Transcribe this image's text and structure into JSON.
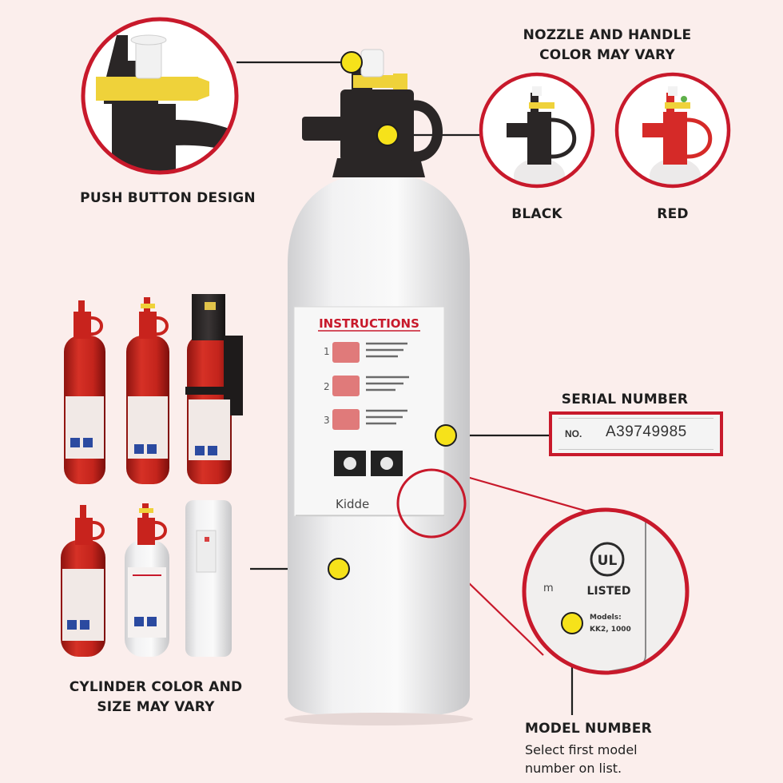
{
  "labels": {
    "push_button": "PUSH BUTTON DESIGN",
    "nozzle_line1": "NOZZLE AND HANDLE",
    "nozzle_line2": "COLOR MAY VARY",
    "black": "BLACK",
    "red": "RED",
    "serial_title": "SERIAL NUMBER",
    "cylinder_line1": "CYLINDER COLOR AND",
    "cylinder_line2": "SIZE MAY VARY",
    "model_title": "MODEL NUMBER",
    "model_desc_line1": "Select first model",
    "model_desc_line2": "number on list."
  },
  "serial": {
    "prefix": "NO.",
    "value": "A39749985"
  },
  "instructions_label": {
    "title": "INSTRUCTIONS",
    "brand": "Kidde",
    "steps": [
      "1",
      "2",
      "3"
    ]
  },
  "ul_badge": {
    "mark": "UL",
    "listed": "LISTED",
    "models_label": "Models:",
    "models_value": "KK2, 1000"
  },
  "colors": {
    "background": "#fbeeec",
    "accent_red": "#c8192b",
    "callout_yellow": "#f6e21a",
    "extinguisher_red": "#c8231d",
    "handle_black": "#2a2626"
  }
}
